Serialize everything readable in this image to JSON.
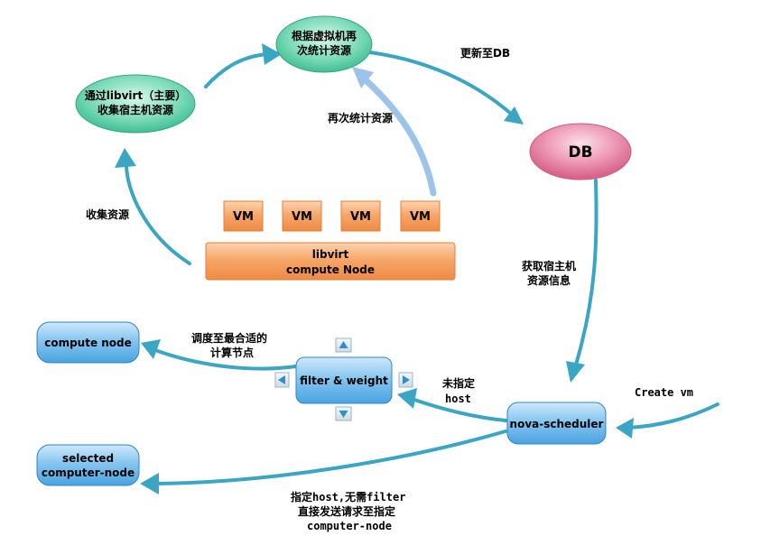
{
  "nodes": {
    "collect_host": {
      "line1": "通过libvirt（主要）",
      "line2": "收集宿主机资源"
    },
    "recount_vm": {
      "line1": "根据虚拟机再",
      "line2": "次统计资源"
    },
    "db": {
      "label": "DB"
    },
    "vm_labels": [
      "VM",
      "VM",
      "VM",
      "VM"
    ],
    "libvirt": {
      "line1": "libvirt",
      "line2": "compute Node"
    },
    "compute_node": {
      "label": "compute node"
    },
    "filter_weight": {
      "label": "filter &  weight"
    },
    "nova_scheduler": {
      "label": "nova-scheduler"
    },
    "selected_node": {
      "line1": "selected",
      "line2": "computer-node"
    }
  },
  "labels": {
    "update_db": "更新至DB",
    "recount": "再次统计资源",
    "collect": "收集资源",
    "fetch_info_1": "获取宿主机",
    "fetch_info_2": "资源信息",
    "schedule_1": "调度至最合适的",
    "schedule_2": "计算节点",
    "unspecified_1": "未指定",
    "unspecified_2": "host",
    "create_vm": "Create vm",
    "specified_1": "指定host,无需filter",
    "specified_2": "直接发送请求至指定",
    "specified_3": "computer-node"
  },
  "colors": {
    "arrow": "#3aa6c4",
    "arrow_light": "#9cc4ea",
    "ellipse_green": "#5fd3ae",
    "db_pink": "#e989a8",
    "vm_orange": "#f49a58",
    "node_blue": "#5aaee6"
  }
}
